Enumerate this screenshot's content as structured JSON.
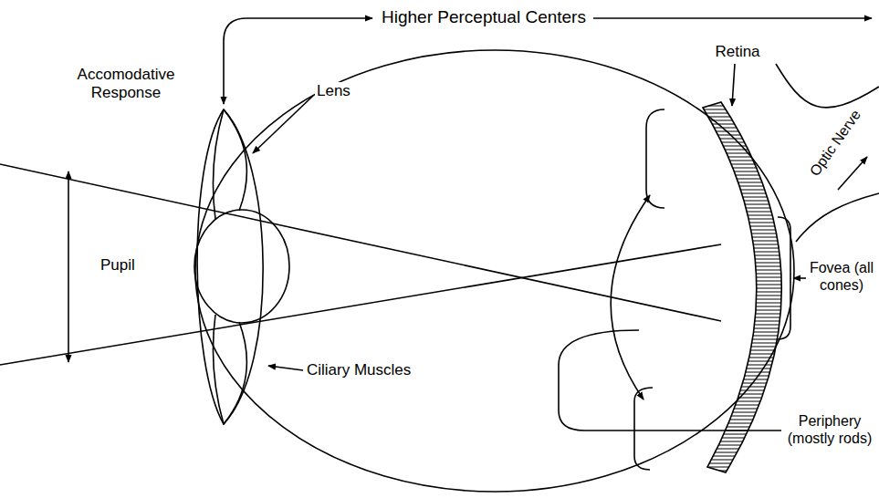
{
  "diagram": {
    "labels": [
      "Higher Perceptual Centers",
      "Accomodative Response",
      "Retina",
      "Optic Nerve",
      "Lens",
      "Pupil",
      "Fovea (all cones)",
      "Ciliary Muscles",
      "Periphery (mostly rods)"
    ]
  }
}
